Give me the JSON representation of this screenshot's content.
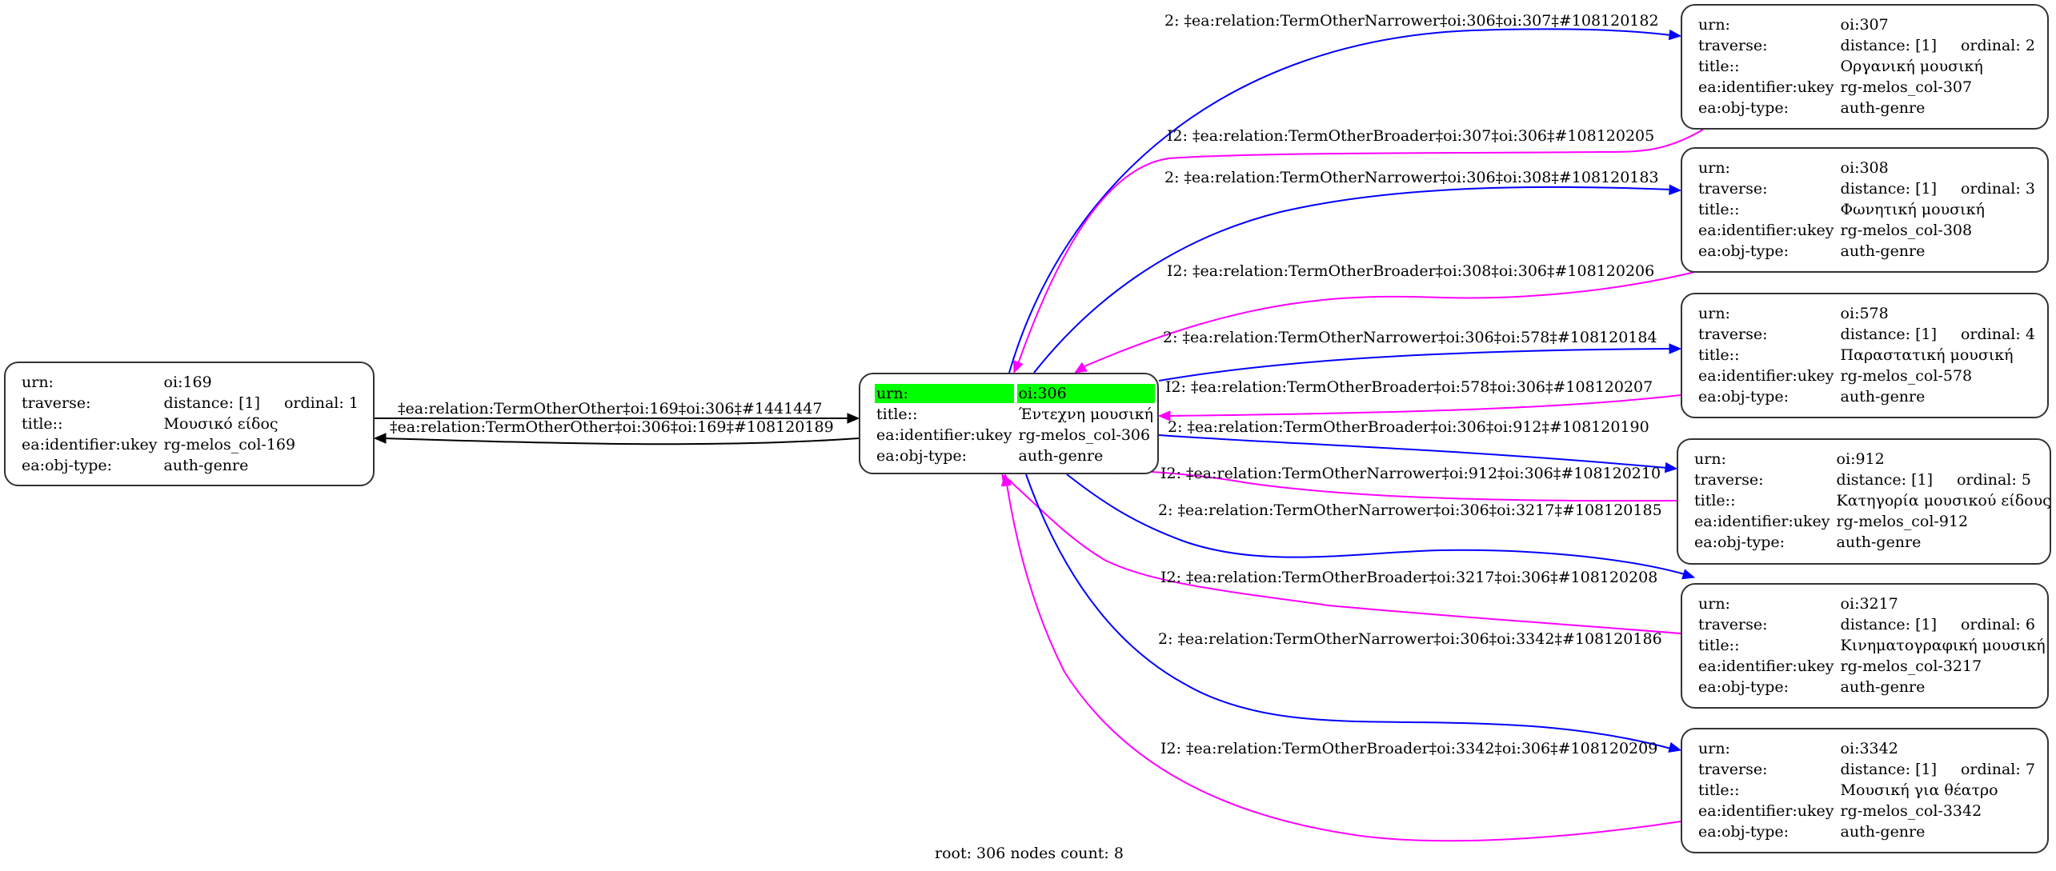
{
  "graph": {
    "caption": "root: 306 nodes count: 8",
    "colors": {
      "narrower_edge": "#0000ff",
      "broader_edge": "#ff00ff",
      "other_edge": "#000000",
      "root_highlight": "#00ff00"
    },
    "root": {
      "id": "306",
      "rows": [
        {
          "key": "urn:",
          "value": "oi:306"
        },
        {
          "key": "title::",
          "value": "Έντεχνη μουσική"
        },
        {
          "key": "ea:identifier:ukey",
          "value": "rg-melos_col-306"
        },
        {
          "key": "ea:obj-type:",
          "value": "auth-genre"
        }
      ]
    },
    "nodes": [
      {
        "id": "169",
        "urn_label": "urn:",
        "urn": "oi:169",
        "traverse_label": "traverse:",
        "distance": "distance: [1]",
        "ordinal": "ordinal: 1",
        "title_label": "title::",
        "title": "Μουσικό είδος",
        "ukey_label": "ea:identifier:ukey",
        "ukey": "rg-melos_col-169",
        "type_label": "ea:obj-type:",
        "type": "auth-genre"
      },
      {
        "id": "307",
        "urn_label": "urn:",
        "urn": "oi:307",
        "traverse_label": "traverse:",
        "distance": "distance: [1]",
        "ordinal": "ordinal: 2",
        "title_label": "title::",
        "title": "Οργανική μουσική",
        "ukey_label": "ea:identifier:ukey",
        "ukey": "rg-melos_col-307",
        "type_label": "ea:obj-type:",
        "type": "auth-genre"
      },
      {
        "id": "308",
        "urn_label": "urn:",
        "urn": "oi:308",
        "traverse_label": "traverse:",
        "distance": "distance: [1]",
        "ordinal": "ordinal: 3",
        "title_label": "title::",
        "title": "Φωνητική μουσική",
        "ukey_label": "ea:identifier:ukey",
        "ukey": "rg-melos_col-308",
        "type_label": "ea:obj-type:",
        "type": "auth-genre"
      },
      {
        "id": "578",
        "urn_label": "urn:",
        "urn": "oi:578",
        "traverse_label": "traverse:",
        "distance": "distance: [1]",
        "ordinal": "ordinal: 4",
        "title_label": "title::",
        "title": "Παραστατική μουσική",
        "ukey_label": "ea:identifier:ukey",
        "ukey": "rg-melos_col-578",
        "type_label": "ea:obj-type:",
        "type": "auth-genre"
      },
      {
        "id": "912",
        "urn_label": "urn:",
        "urn": "oi:912",
        "traverse_label": "traverse:",
        "distance": "distance: [1]",
        "ordinal": "ordinal: 5",
        "title_label": "title::",
        "title": "Κατηγορία μουσικού είδους",
        "ukey_label": "ea:identifier:ukey",
        "ukey": "rg-melos_col-912",
        "type_label": "ea:obj-type:",
        "type": "auth-genre"
      },
      {
        "id": "3217",
        "urn_label": "urn:",
        "urn": "oi:3217",
        "traverse_label": "traverse:",
        "distance": "distance: [1]",
        "ordinal": "ordinal: 6",
        "title_label": "title::",
        "title": "Κινηματογραφική μουσική",
        "ukey_label": "ea:identifier:ukey",
        "ukey": "rg-melos_col-3217",
        "type_label": "ea:obj-type:",
        "type": "auth-genre"
      },
      {
        "id": "3342",
        "urn_label": "urn:",
        "urn": "oi:3342",
        "traverse_label": "traverse:",
        "distance": "distance: [1]",
        "ordinal": "ordinal: 7",
        "title_label": "title::",
        "title": "Μουσική για θέατρο",
        "ukey_label": "ea:identifier:ukey",
        "ukey": "rg-melos_col-3342",
        "type_label": "ea:obj-type:",
        "type": "auth-genre"
      }
    ],
    "edges": [
      {
        "from": "169",
        "to": "306",
        "kind": "other",
        "label": "‡ea:relation:TermOtherOther‡oi:169‡oi:306‡#1441447"
      },
      {
        "from": "306",
        "to": "169",
        "kind": "other",
        "label": "‡ea:relation:TermOtherOther‡oi:306‡oi:169‡#108120189"
      },
      {
        "from": "306",
        "to": "307",
        "kind": "narrower",
        "label": "2: ‡ea:relation:TermOtherNarrower‡oi:306‡oi:307‡#108120182"
      },
      {
        "from": "307",
        "to": "306",
        "kind": "broader",
        "label": "I2: ‡ea:relation:TermOtherBroader‡oi:307‡oi:306‡#108120205"
      },
      {
        "from": "306",
        "to": "308",
        "kind": "narrower",
        "label": "2: ‡ea:relation:TermOtherNarrower‡oi:306‡oi:308‡#108120183"
      },
      {
        "from": "308",
        "to": "306",
        "kind": "broader",
        "label": "I2: ‡ea:relation:TermOtherBroader‡oi:308‡oi:306‡#108120206"
      },
      {
        "from": "306",
        "to": "578",
        "kind": "narrower",
        "label": "2: ‡ea:relation:TermOtherNarrower‡oi:306‡oi:578‡#108120184"
      },
      {
        "from": "578",
        "to": "306",
        "kind": "broader",
        "label": "I2: ‡ea:relation:TermOtherBroader‡oi:578‡oi:306‡#108120207"
      },
      {
        "from": "306",
        "to": "912",
        "kind": "narrower",
        "label": "2: ‡ea:relation:TermOtherBroader‡oi:306‡oi:912‡#108120190"
      },
      {
        "from": "912",
        "to": "306",
        "kind": "broader",
        "label": "I2: ‡ea:relation:TermOtherNarrower‡oi:912‡oi:306‡#108120210"
      },
      {
        "from": "306",
        "to": "3217",
        "kind": "narrower",
        "label": "2: ‡ea:relation:TermOtherNarrower‡oi:306‡oi:3217‡#108120185"
      },
      {
        "from": "3217",
        "to": "306",
        "kind": "broader",
        "label": "I2: ‡ea:relation:TermOtherBroader‡oi:3217‡oi:306‡#108120208"
      },
      {
        "from": "306",
        "to": "3342",
        "kind": "narrower",
        "label": "2: ‡ea:relation:TermOtherNarrower‡oi:306‡oi:3342‡#108120186"
      },
      {
        "from": "3342",
        "to": "306",
        "kind": "broader",
        "label": "I2: ‡ea:relation:TermOtherBroader‡oi:3342‡oi:306‡#108120209"
      }
    ]
  }
}
